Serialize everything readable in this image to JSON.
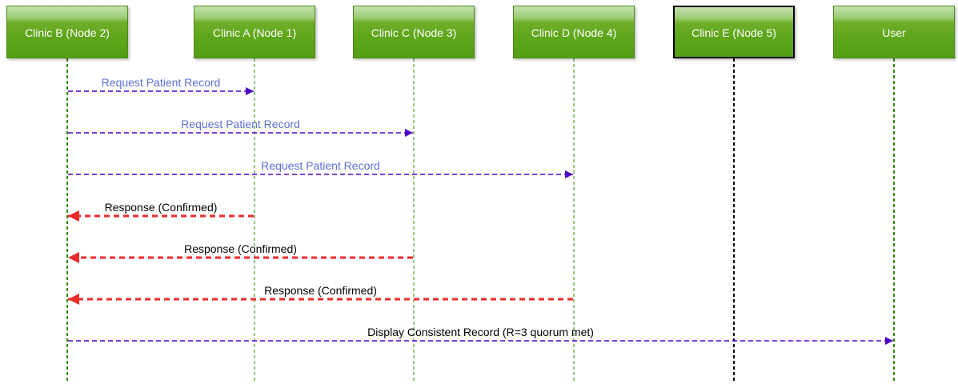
{
  "participants": [
    {
      "id": "clinic-b",
      "label": "Clinic B (Node 2)",
      "selected": false
    },
    {
      "id": "clinic-a",
      "label": "Clinic A (Node 1)",
      "selected": false
    },
    {
      "id": "clinic-c",
      "label": "Clinic C (Node 3)",
      "selected": false
    },
    {
      "id": "clinic-d",
      "label": "Clinic D (Node 4)",
      "selected": false
    },
    {
      "id": "clinic-e",
      "label": "Clinic E (Node 5)",
      "selected": true
    },
    {
      "id": "user",
      "label": "User",
      "selected": false
    }
  ],
  "messages": [
    {
      "from": "clinic-b",
      "to": "clinic-a",
      "label": "Request Patient Record",
      "kind": "request"
    },
    {
      "from": "clinic-b",
      "to": "clinic-c",
      "label": "Request Patient Record",
      "kind": "request"
    },
    {
      "from": "clinic-b",
      "to": "clinic-d",
      "label": "Request Patient Record",
      "kind": "request"
    },
    {
      "from": "clinic-a",
      "to": "clinic-b",
      "label": "Response (Confirmed)",
      "kind": "response"
    },
    {
      "from": "clinic-c",
      "to": "clinic-b",
      "label": "Response (Confirmed)",
      "kind": "response"
    },
    {
      "from": "clinic-d",
      "to": "clinic-b",
      "label": "Response (Confirmed)",
      "kind": "response"
    },
    {
      "from": "clinic-b",
      "to": "user",
      "label": "Display Consistent Record (R=3 quorum met)",
      "kind": "display"
    }
  ],
  "colors": {
    "request_line": "#4b00c8",
    "request_text": "#5b6fd6",
    "response_line": "#ee2a2a",
    "response_text": "#000000",
    "display_line": "#4b00c8",
    "display_text": "#000000",
    "lifeline": "#2e8b0a",
    "lifeline_selected": "#000000"
  }
}
